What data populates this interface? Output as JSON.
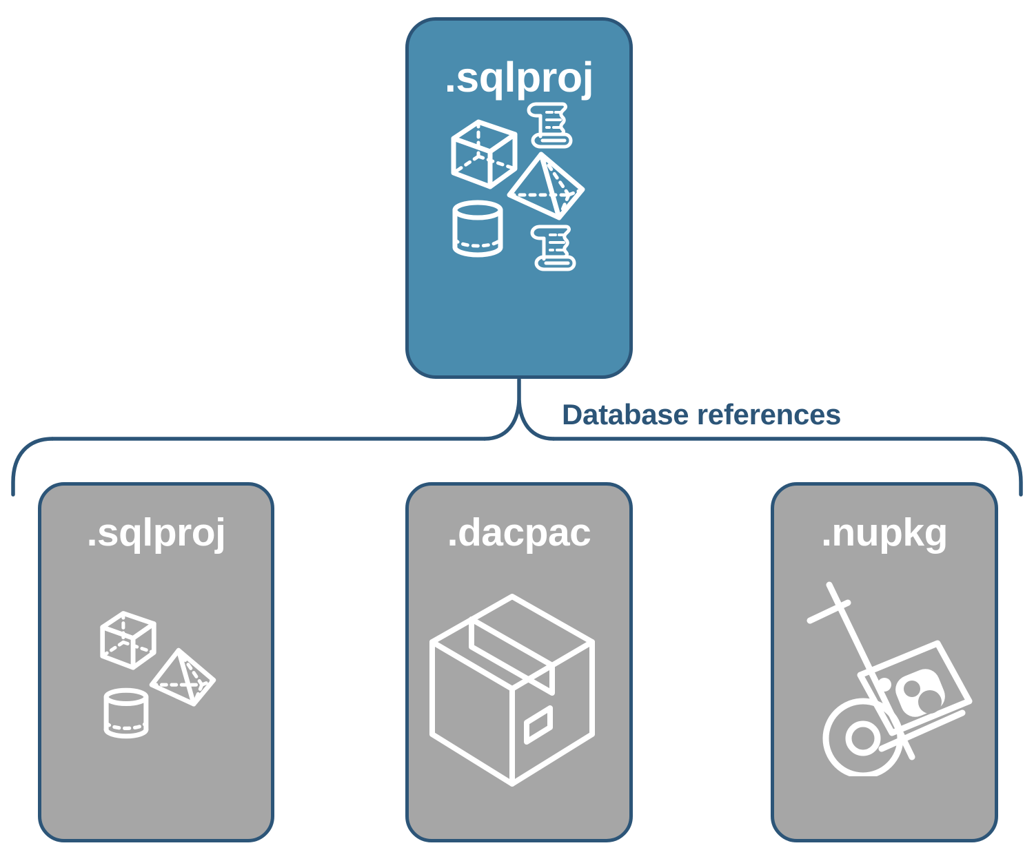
{
  "diagram": {
    "title_text": "Database references",
    "colors": {
      "primary_fill": "#4a8cae",
      "secondary_fill": "#a6a6a6",
      "border": "#2c5578",
      "label_text": "#2c5578",
      "node_text": "#ffffff",
      "background": "#ffffff"
    },
    "root": {
      "label": ".sqlproj",
      "fill": "#4a8cae",
      "icons": [
        "cube-wireframe-icon",
        "scroll-icon",
        "pyramid-wireframe-icon",
        "cylinder-wireframe-icon",
        "scroll-icon"
      ]
    },
    "connector": {
      "type": "curly-brace-bracket",
      "label": "Database references"
    },
    "children": [
      {
        "label": ".sqlproj",
        "fill": "#a6a6a6",
        "icons": [
          "cube-wireframe-icon",
          "pyramid-wireframe-icon",
          "cylinder-wireframe-icon"
        ]
      },
      {
        "label": ".dacpac",
        "fill": "#a6a6a6",
        "icons": [
          "shipping-box-icon"
        ]
      },
      {
        "label": ".nupkg",
        "fill": "#a6a6a6",
        "icons": [
          "hand-truck-package-icon"
        ]
      }
    ]
  }
}
